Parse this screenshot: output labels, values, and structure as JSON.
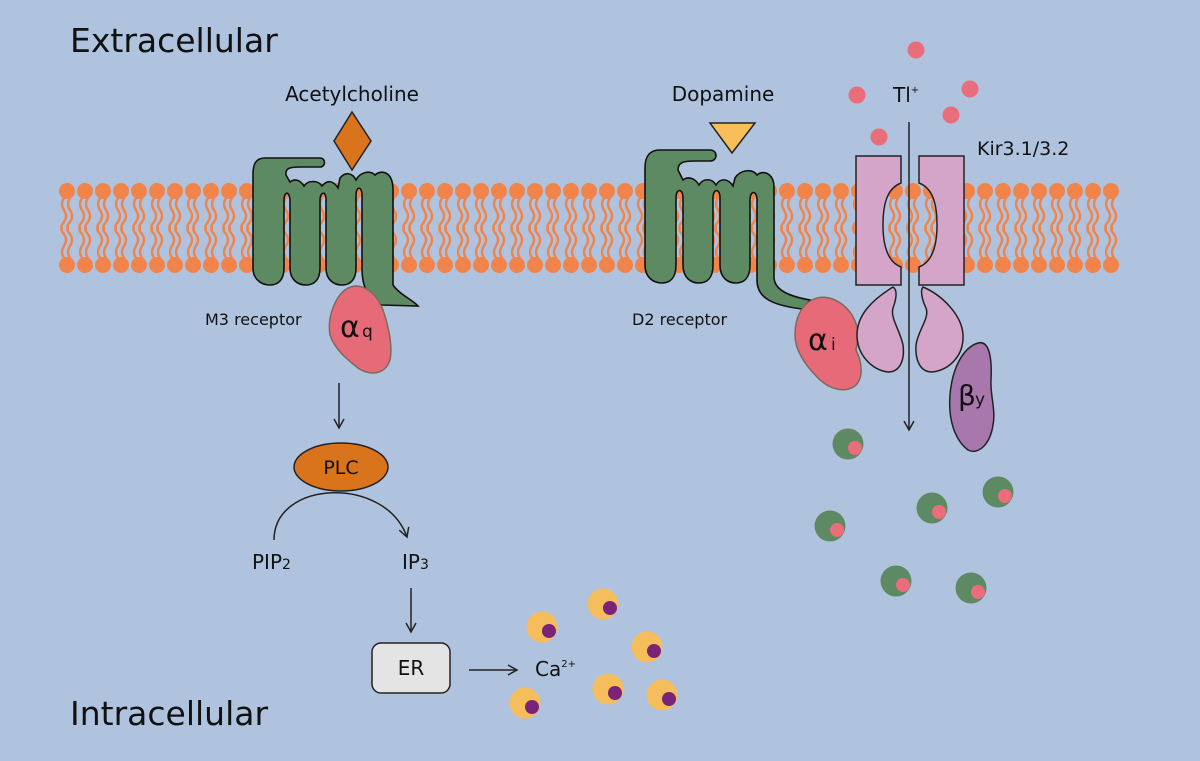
{
  "regions": {
    "extracellular": "Extracellular",
    "intracellular": "Intracellular"
  },
  "ligands": {
    "acetylcholine": "Acetylcholine",
    "dopamine": "Dopamine"
  },
  "receptors": {
    "m3": "M3 receptor",
    "d2": "D2 receptor"
  },
  "g_proteins": {
    "alpha_q": {
      "symbol": "α",
      "sub": "q"
    },
    "alpha_i": {
      "symbol": "α",
      "sub": "i"
    },
    "beta_gamma": {
      "symbol": "β",
      "sub": "y"
    }
  },
  "pathway": {
    "plc": "PLC",
    "pip2": {
      "main": "PIP",
      "sub": "2"
    },
    "ip3": {
      "main": "IP",
      "sub": "3"
    },
    "er": "ER",
    "calcium": {
      "main": "Ca",
      "sup": "2+"
    }
  },
  "channel": {
    "name": "Kir3.1/3.2",
    "ion": {
      "main": "Tl",
      "sup": "+"
    }
  },
  "colors": {
    "background": "#b0c3de",
    "lipid": "#f0844a",
    "receptor": "#5e8a63",
    "acetylcholine": "#d9731c",
    "dopamine": "#f7be5a",
    "alpha_subunit": "#e76a79",
    "channel": "#d4a5c9",
    "beta_gamma": "#a877ac",
    "plc": "#d9731c",
    "er_box": "#e4e4e4",
    "thallium": "#e96d7a",
    "calcium_outer": "#f6bd5d",
    "calcium_inner": "#7a2378",
    "dye_outer": "#5e8a63"
  }
}
